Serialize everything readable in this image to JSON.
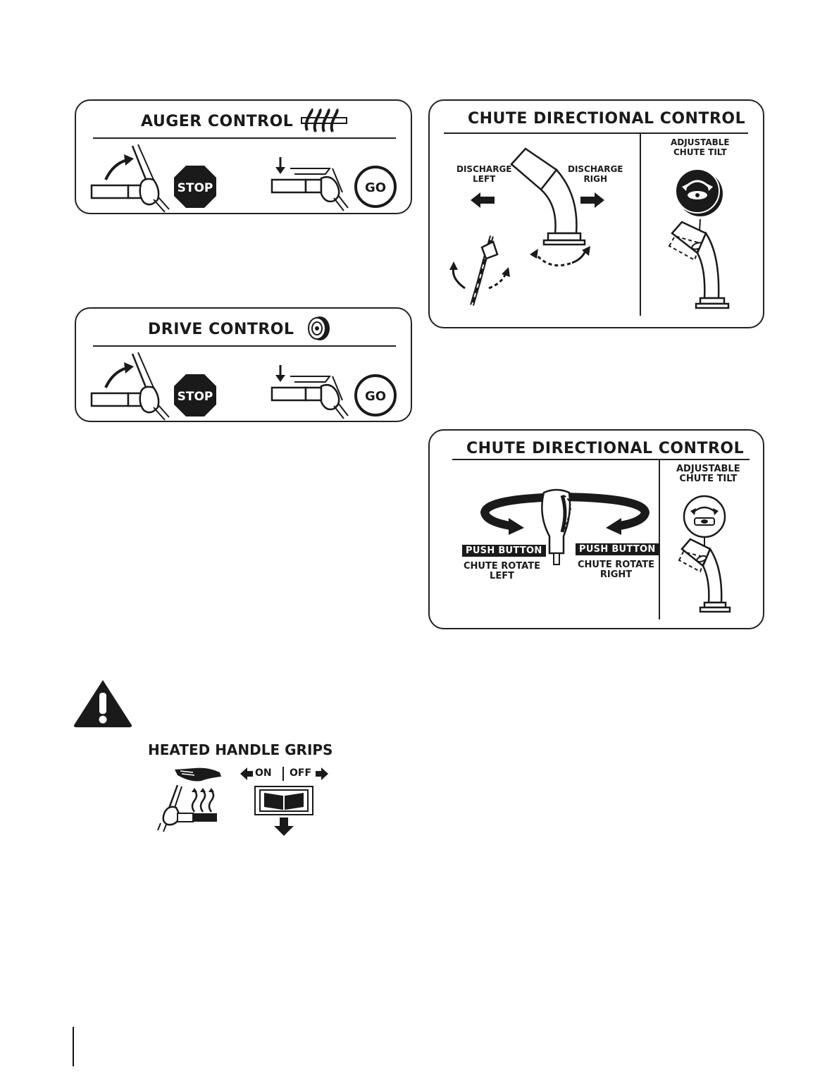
{
  "auger_control": {
    "title": "AUGER CONTROL",
    "stop_label": "STOP",
    "go_label": "GO"
  },
  "drive_control": {
    "title": "DRIVE CONTROL",
    "stop_label": "STOP",
    "go_label": "GO"
  },
  "chute_control_1": {
    "title": "CHUTE DIRECTIONAL CONTROL",
    "discharge_left": [
      "DISCHARGE",
      "LEFT"
    ],
    "discharge_right": [
      "DISCHARGE",
      "RIGH"
    ],
    "tilt_label": [
      "ADJUSTABLE",
      "CHUTE TILT"
    ]
  },
  "chute_control_2": {
    "title": "CHUTE DIRECTIONAL CONTROL",
    "push_button_left": "PUSH BUTTON",
    "rotate_left": [
      "CHUTE ROTATE",
      "LEFT"
    ],
    "push_button_right": "PUSH BUTTON",
    "rotate_right": [
      "CHUTE ROTATE",
      "RIGHT"
    ],
    "tilt_label": [
      "ADJUSTABLE",
      "CHUTE TILT"
    ]
  },
  "heated_grips": {
    "title": "HEATED HANDLE GRIPS",
    "on_label": "ON",
    "off_label": "OFF"
  },
  "colors": {
    "ink": "#1a1a1a",
    "paper": "#ffffff"
  },
  "icons": [
    "auger-icon",
    "wheel-icon",
    "warning-icon",
    "stop-sign-icon",
    "go-circle-icon",
    "hand-icon",
    "heat-waves-icon"
  ]
}
